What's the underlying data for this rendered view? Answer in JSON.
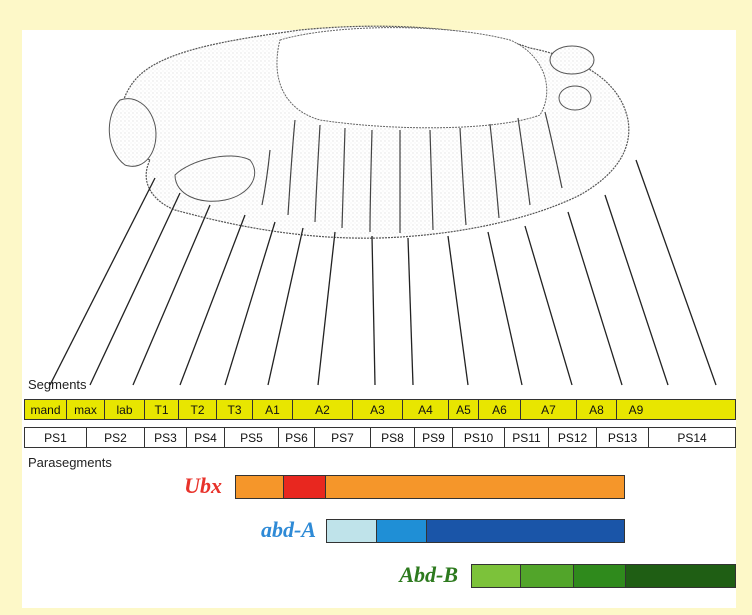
{
  "segments_label": "Segments",
  "parasegments_label": "Parasegments",
  "segments": [
    "mand",
    "max",
    "lab",
    "T1",
    "T2",
    "T3",
    "A1",
    "A2",
    "A3",
    "A4",
    "A5",
    "A6",
    "A7",
    "A8",
    "A9"
  ],
  "parasegments": [
    "PS1",
    "PS2",
    "PS3",
    "PS4",
    "PS5",
    "PS6",
    "PS7",
    "PS8",
    "PS9",
    "PS10",
    "PS11",
    "PS12",
    "PS13",
    "PS14"
  ],
  "genes": [
    {
      "name": "Ubx",
      "color": "#e8322a",
      "parasegments": [
        "PS5",
        "PS6",
        "PS7-PS12"
      ],
      "fills": [
        "#f5962a",
        "#e8271f",
        "#f5962a"
      ]
    },
    {
      "name": "abd-A",
      "color": "#2e8ad6",
      "parasegments": [
        "PS7",
        "PS8",
        "PS9-PS12"
      ],
      "fills": [
        "#bfe3ea",
        "#1f8fd6",
        "#1a55a8"
      ]
    },
    {
      "name": "Abd-B",
      "color": "#2d7a1e",
      "parasegments": [
        "PS10",
        "PS11",
        "PS12",
        "PS13-PS14"
      ],
      "fills": [
        "#7cc23a",
        "#52a52a",
        "#2f8a1c",
        "#1f5e14"
      ]
    }
  ],
  "colors": {
    "background": "#fdf8c8",
    "segment_fill": "#e8e600"
  }
}
